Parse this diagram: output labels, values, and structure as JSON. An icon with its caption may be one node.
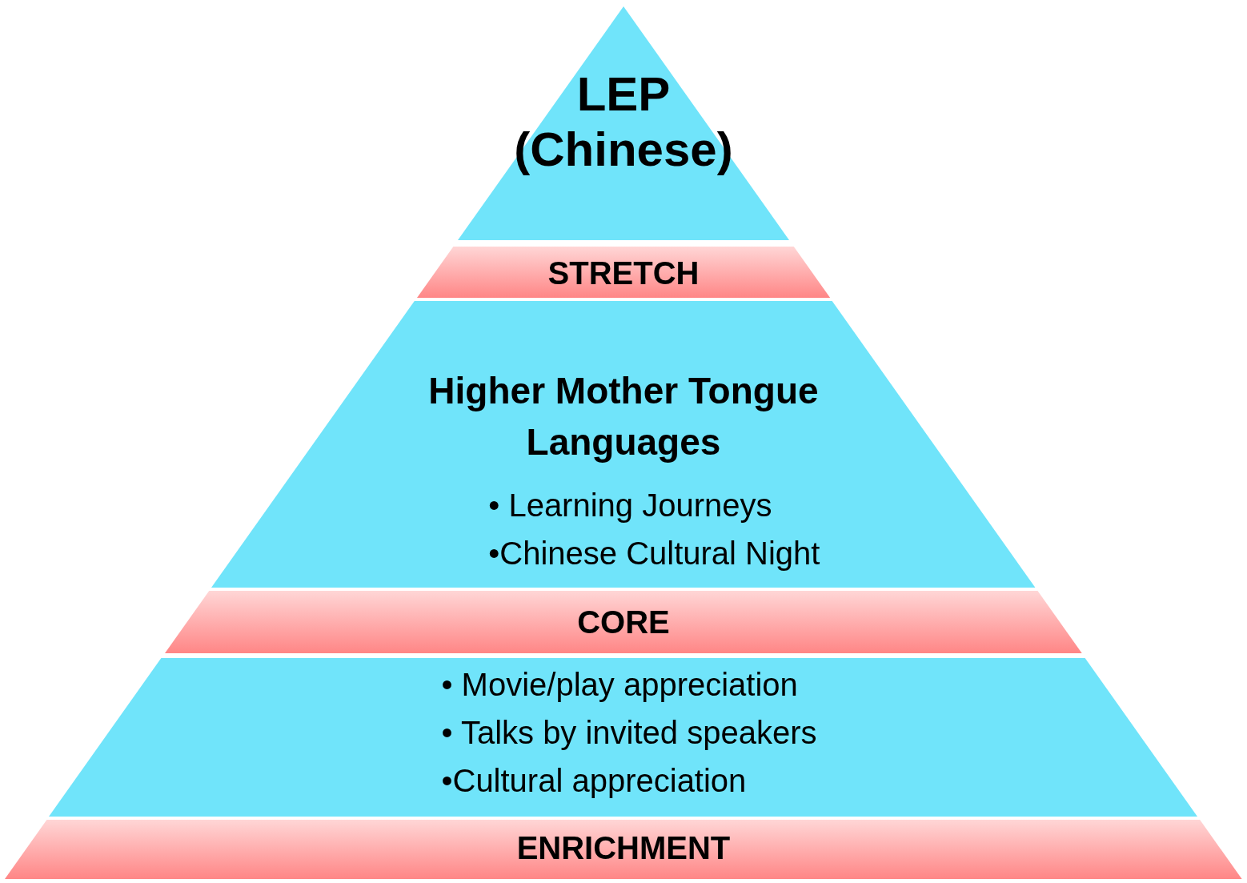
{
  "diagram": {
    "nodes": [
      {
        "text": [
          "LEP (Chinese)"
        ]
      },
      {
        "text": [
          "STRETCH"
        ]
      },
      {
        "text": [
          "Higher Mother Tongue Languages",
          "• Learning Journeys",
          "•Chinese Cultural Night"
        ]
      },
      {
        "text": [
          "CORE"
        ]
      },
      {
        "text": [
          "• Movie/play appreciation",
          "• Talks by invited speakers",
          "•Cultural appreciation"
        ]
      },
      {
        "text": [
          "ENRICHMENT"
        ]
      }
    ]
  }
}
